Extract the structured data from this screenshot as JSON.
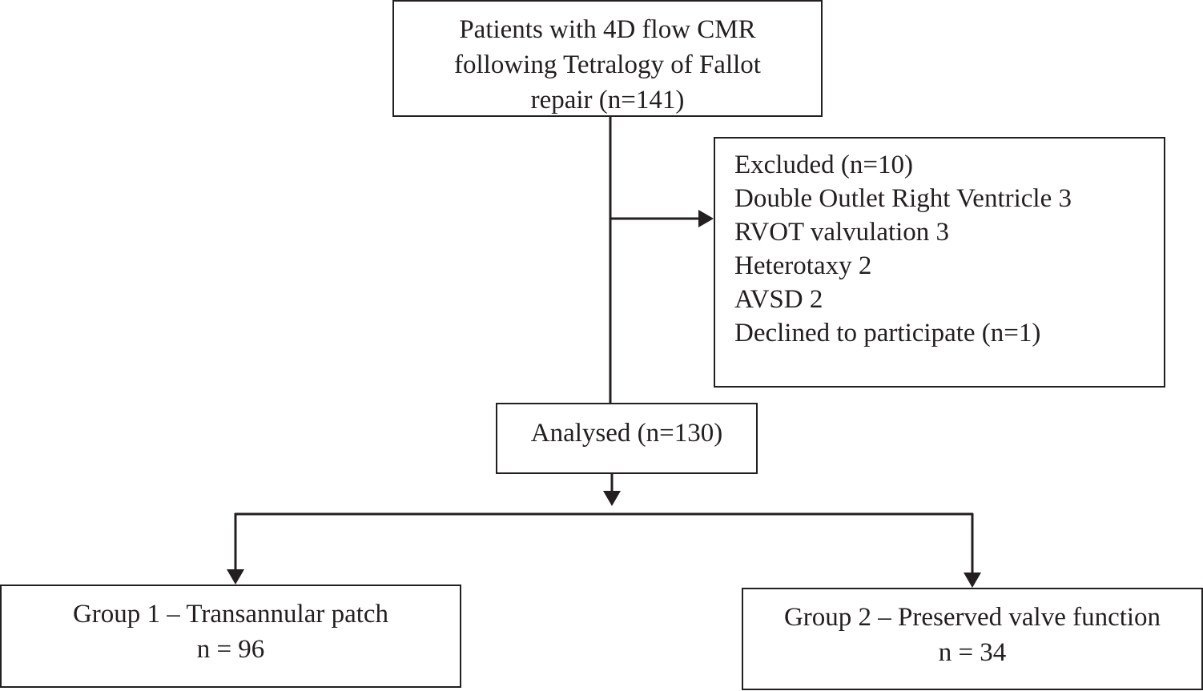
{
  "start": {
    "lines": [
      "Patients with 4D flow CMR",
      "following Tetralogy of Fallot",
      "repair (n=141)"
    ]
  },
  "excluded": {
    "lines": [
      "Excluded (n=10)",
      "Double Outlet Right Ventricle 3",
      "RVOT valvulation 3",
      "Heterotaxy 2",
      "AVSD 2",
      "Declined to participate (n=1)"
    ]
  },
  "analysed": {
    "label": "Analysed (n=130)"
  },
  "group1": {
    "title": "Group 1 – Transannular patch",
    "count": "n = 96"
  },
  "group2": {
    "title": "Group 2 – Preserved valve function",
    "count": "n = 34"
  }
}
